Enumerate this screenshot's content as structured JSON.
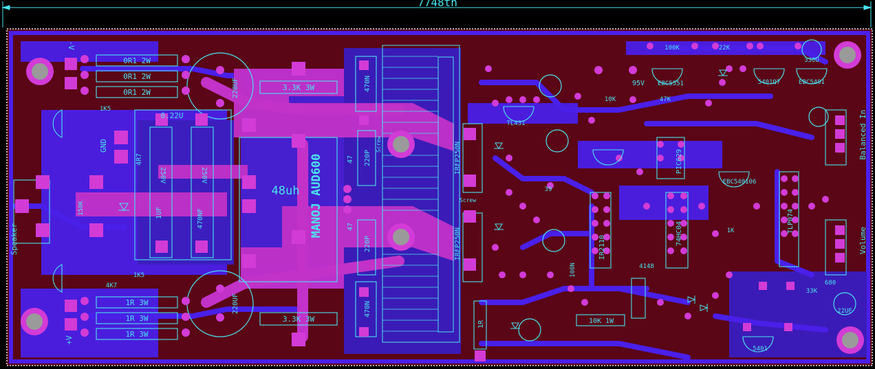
{
  "board": {
    "dimension_label": "7748th",
    "project_name": "MANOJ AUD600",
    "inductor_label": "48uh",
    "colors": {
      "background": "#000000",
      "board": "#5a0616",
      "bottom_copper": "#4a1fe8",
      "top_copper": "#c232c8",
      "pad": "#d23bd6",
      "silkscreen": "#49e3ee",
      "outline": "#e8e8e8"
    }
  },
  "connectors": {
    "speaker": "Speaker",
    "gnd": "GND",
    "v_minus": "-V",
    "v_plus": "+V",
    "balanced_in": "Balanced In",
    "volume": "Volume"
  },
  "components": {
    "r_top": [
      "0R1   2W",
      "0R1   2W",
      "0R1   2W"
    ],
    "r_bottom": [
      "1R   3W",
      "1R   3W",
      "1R   3W"
    ],
    "cap_220uf_top": "220UF",
    "cap_220uf_bottom": "220UF",
    "r_33k_top": "3.3K   3W",
    "r_33k_bottom": "3.3K   3W",
    "c_022u": "0.22U",
    "c_250v_a": "250V",
    "c_250v_b": "250V",
    "c_1uf": "1UF",
    "c_470nf": "470NF",
    "r_4r7": "4R7",
    "r_1k5_top": "1K5",
    "r_1k5_bottom": "1K5",
    "r_4k7": "4K7",
    "r_150k": "150K",
    "c_470n_top": "470N",
    "c_470n_bottom": "470N",
    "c_220p_top": "220P",
    "c_220p_bottom": "220P",
    "r_47_top": "47",
    "r_47_bottom": "47",
    "q_irfp250n_top": "IRFP250N",
    "q_irfp250n_bottom": "IRFP250N",
    "screw_top": "Screw",
    "screw_bottom": "Screw",
    "ic_ir2110": "IR2110",
    "ic_74hc04": "74HC04",
    "ic_pic629": "PIC629",
    "ic_tlp074": "TLP074",
    "ic_tl431": "TL431",
    "q_ebc5551": "EBC5551",
    "q_5401q7": "5401Q7",
    "q_ebc5401": "EBC5401",
    "q_ebc540106": "EBC540106",
    "r_10k_1w": "10K 1W",
    "v95": "95V",
    "r_100k": "100K",
    "r_22k": "22K",
    "r_47k": "47K",
    "r_1k": "1K",
    "r_33k": "33K",
    "r_680": "680",
    "c_22uf": "22UF",
    "r_1r": "1R",
    "r_39": "39",
    "d_4148": "4148",
    "c_100n": "100N",
    "c_330u": "330U",
    "r_10k": "10K",
    "q_5401": "5401"
  }
}
